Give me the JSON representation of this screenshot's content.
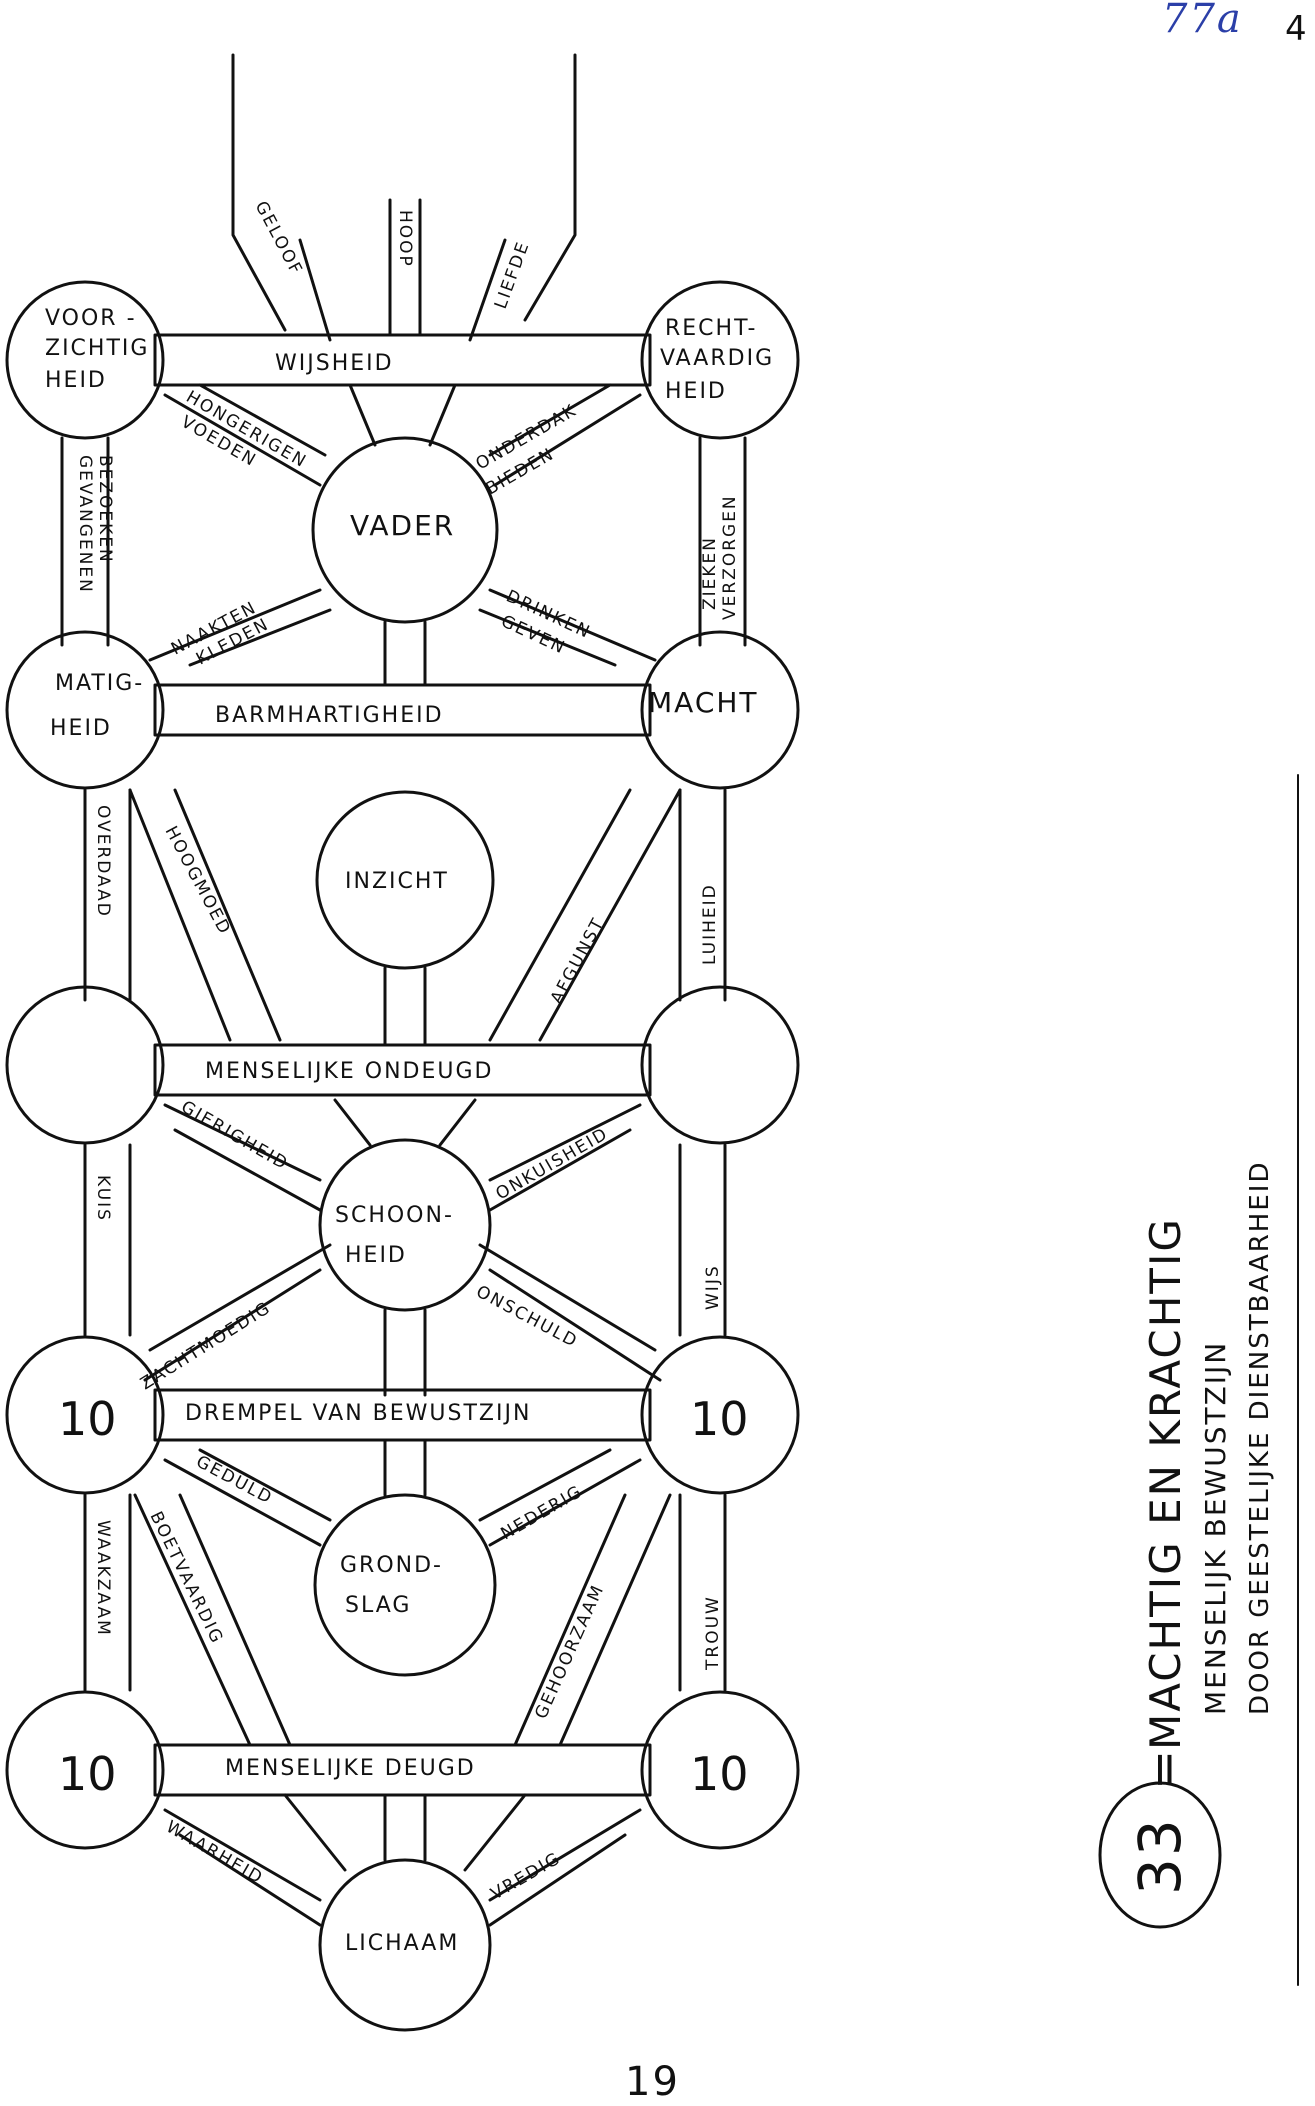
{
  "page": {
    "annotation": "77a",
    "corner_number": "4",
    "page_number": "19"
  },
  "channels_top": {
    "left": "GELOOF",
    "middle": "HOOP",
    "right": "LIEFDE"
  },
  "nodes": {
    "voorzichtigheid": [
      "VOOR -",
      "ZICHTIG",
      "HEID"
    ],
    "rechtvaardigheid": [
      "RECHT-",
      "VAARDIG",
      "HEID"
    ],
    "vader": "VADER",
    "matigheid": [
      "MATIG-",
      "HEID"
    ],
    "macht": "MACHT",
    "inzicht": "INZICHT",
    "schoonheid": [
      "SCHOON-",
      "HEID"
    ],
    "grondslag": [
      "GROND-",
      "SLAG"
    ],
    "lichaam": "LICHAAM",
    "ten_left": "10",
    "ten_right": "10",
    "ten_bottom_left": "10",
    "ten_bottom_right": "10"
  },
  "bars": {
    "wijsheid": "WIJSHEID",
    "barmhartigheid": "BARMHARTIGHEID",
    "menselijke_ondeugd": "MENSELIJKE ONDEUGD",
    "drempel": "DREMPEL VAN BEWUSTZIJN",
    "menselijke_deugd": "MENSELIJKE DEUGD"
  },
  "paths": {
    "hongerigen": [
      "HONGERIGEN",
      "VOEDEN"
    ],
    "onderdak": [
      "ONDERDAK",
      "BIEDEN"
    ],
    "gevangenen": [
      "GEVANGENEN",
      "BEZOEKEN"
    ],
    "zieken": [
      "ZIEKEN",
      "VERZORGEN"
    ],
    "naakten": [
      "NAAKTEN",
      "KLEDEN"
    ],
    "drinken": [
      "DRINKEN",
      "GEVEN"
    ],
    "overdaad": "OVERDAAD",
    "hoogmoed": "HOOGMOED",
    "afgunst": "AFGUNST",
    "luiheid": "LUIHEID",
    "gierigheid": "GIERIGHEID",
    "onkuisheid": "ONKUISHEID",
    "kuis": "KUIS",
    "wijs": "WIJS",
    "zachtmoedig": "ZACHTMOEDIG",
    "onschuld": "ONSCHULD",
    "geduld": "GEDULD",
    "nederig": "NEDERIG",
    "waakzaam": "WAAKZAAM",
    "boetvaardig": "BOETVAARDIG",
    "gehoorzaam": "GEHOORZAAM",
    "trouw": "TROUW",
    "waarheid": "WAARHEID",
    "vredig": "VREDIG"
  },
  "side_text": {
    "number": "33",
    "equals": "=",
    "title": "MACHTIG EN KRACHTIG",
    "line2": "MENSELIJK BEWUSTZIJN",
    "line3": "DOOR GEESTELIJKE DIENSTBAARHEID"
  },
  "colors": {
    "ink": "#111111",
    "annotation_ink": "#2b3fa8",
    "paper": "#ffffff"
  }
}
